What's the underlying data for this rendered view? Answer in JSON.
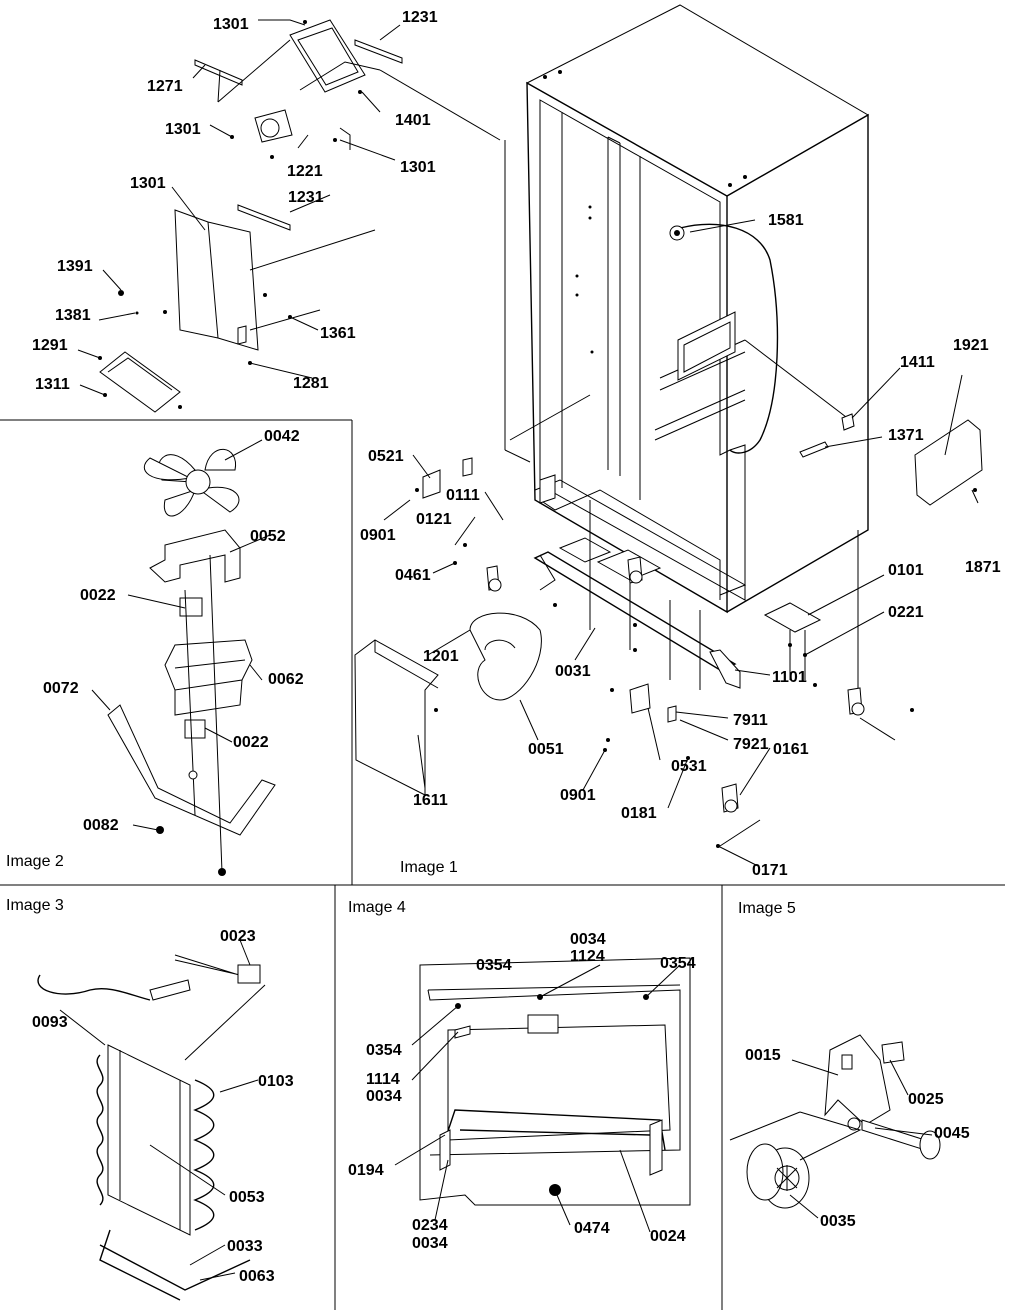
{
  "panels": {
    "image1": "Image 1",
    "image2": "Image 2",
    "image3": "Image 3",
    "image4": "Image 4",
    "image5": "Image 5"
  },
  "labels": [
    "1301",
    "1231",
    "1271",
    "1301",
    "1401",
    "1221",
    "1301",
    "1301",
    "1231",
    "1391",
    "1381",
    "1361",
    "1291",
    "1281",
    "1311",
    "1581",
    "1921",
    "1411",
    "1371",
    "1871",
    "0101",
    "0221",
    "1101",
    "0521",
    "0111",
    "0121",
    "0901",
    "0461",
    "1201",
    "0031",
    "0051",
    "1611",
    "7911",
    "7921",
    "0531",
    "0901",
    "0161",
    "0181",
    "0171",
    "0042",
    "0052",
    "0022",
    "0062",
    "0072",
    "0022",
    "0082",
    "0023",
    "0093",
    "0103",
    "0053",
    "0033",
    "0063",
    "0034",
    "1124",
    "0354",
    "0354",
    "0354",
    "1114",
    "0034",
    "0194",
    "0234",
    "0034",
    "0474",
    "0024",
    "0015",
    "0025",
    "0045",
    "0035"
  ]
}
